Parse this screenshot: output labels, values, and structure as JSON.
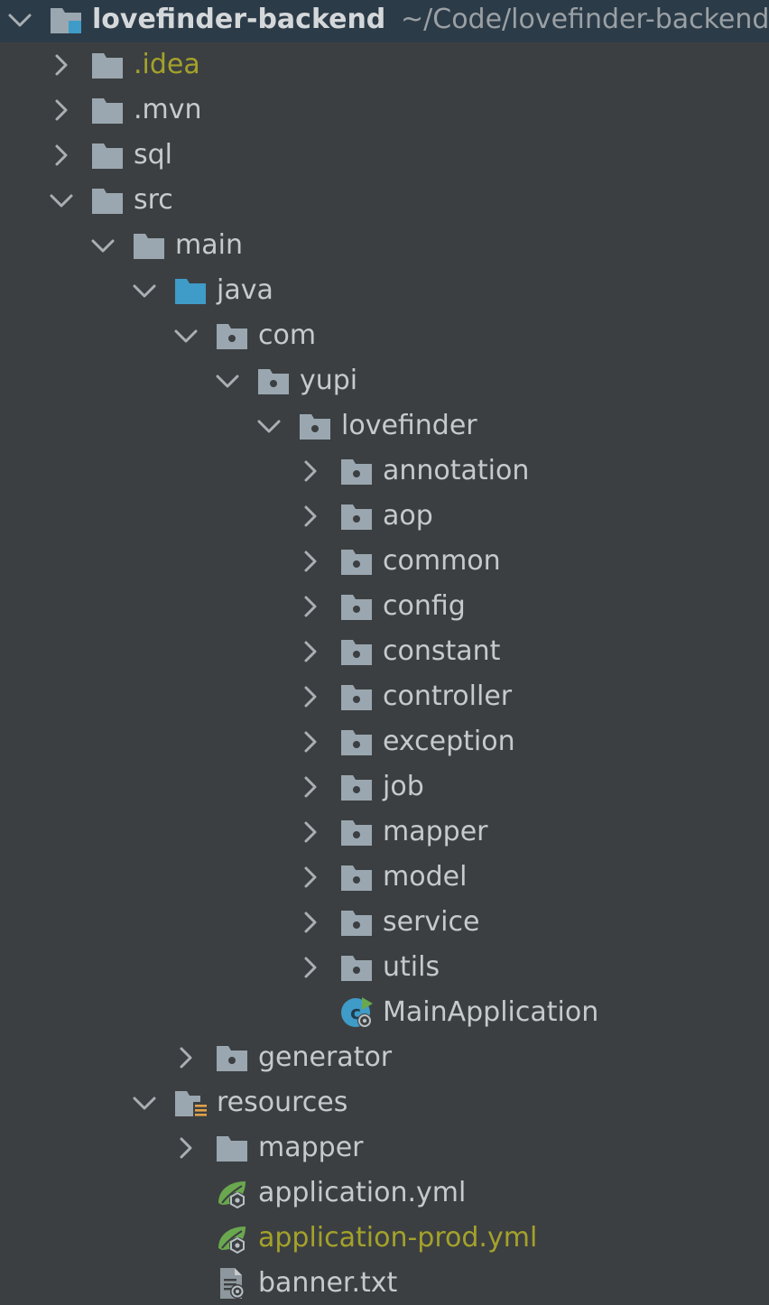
{
  "project_tree": {
    "root": {
      "label": "lovefinder-backend",
      "path": "~/Code/lovefinder-backend",
      "expanded": true,
      "icon": "module-folder-icon"
    },
    "nodes": [
      {
        "label": ".idea",
        "depth": 1,
        "arrow": "collapsed",
        "icon": "folder-icon",
        "style": "excluded"
      },
      {
        "label": ".mvn",
        "depth": 1,
        "arrow": "collapsed",
        "icon": "folder-icon"
      },
      {
        "label": "sql",
        "depth": 1,
        "arrow": "collapsed",
        "icon": "folder-icon"
      },
      {
        "label": "src",
        "depth": 1,
        "arrow": "expanded",
        "icon": "folder-icon"
      },
      {
        "label": "main",
        "depth": 2,
        "arrow": "expanded",
        "icon": "folder-icon"
      },
      {
        "label": "java",
        "depth": 3,
        "arrow": "expanded",
        "icon": "source-root-folder-icon"
      },
      {
        "label": "com",
        "depth": 4,
        "arrow": "expanded",
        "icon": "package-folder-icon"
      },
      {
        "label": "yupi",
        "depth": 5,
        "arrow": "expanded",
        "icon": "package-folder-icon"
      },
      {
        "label": "lovefinder",
        "depth": 6,
        "arrow": "expanded",
        "icon": "package-folder-icon"
      },
      {
        "label": "annotation",
        "depth": 7,
        "arrow": "collapsed",
        "icon": "package-folder-icon"
      },
      {
        "label": "aop",
        "depth": 7,
        "arrow": "collapsed",
        "icon": "package-folder-icon"
      },
      {
        "label": "common",
        "depth": 7,
        "arrow": "collapsed",
        "icon": "package-folder-icon"
      },
      {
        "label": "config",
        "depth": 7,
        "arrow": "collapsed",
        "icon": "package-folder-icon"
      },
      {
        "label": "constant",
        "depth": 7,
        "arrow": "collapsed",
        "icon": "package-folder-icon"
      },
      {
        "label": "controller",
        "depth": 7,
        "arrow": "collapsed",
        "icon": "package-folder-icon"
      },
      {
        "label": "exception",
        "depth": 7,
        "arrow": "collapsed",
        "icon": "package-folder-icon"
      },
      {
        "label": "job",
        "depth": 7,
        "arrow": "collapsed",
        "icon": "package-folder-icon"
      },
      {
        "label": "mapper",
        "depth": 7,
        "arrow": "collapsed",
        "icon": "package-folder-icon"
      },
      {
        "label": "model",
        "depth": 7,
        "arrow": "collapsed",
        "icon": "package-folder-icon"
      },
      {
        "label": "service",
        "depth": 7,
        "arrow": "collapsed",
        "icon": "package-folder-icon"
      },
      {
        "label": "utils",
        "depth": 7,
        "arrow": "collapsed",
        "icon": "package-folder-icon"
      },
      {
        "label": "MainApplication",
        "depth": 7,
        "arrow": "none",
        "icon": "spring-boot-class-icon"
      },
      {
        "label": "generator",
        "depth": 4,
        "arrow": "collapsed",
        "icon": "package-folder-icon"
      },
      {
        "label": "resources",
        "depth": 3,
        "arrow": "expanded",
        "icon": "resources-folder-icon"
      },
      {
        "label": "mapper",
        "depth": 4,
        "arrow": "collapsed",
        "icon": "folder-icon"
      },
      {
        "label": "application.yml",
        "depth": 4,
        "arrow": "none",
        "icon": "spring-yaml-file-icon"
      },
      {
        "label": "application-prod.yml",
        "depth": 4,
        "arrow": "none",
        "icon": "spring-yaml-file-icon",
        "style": "excluded"
      },
      {
        "label": "banner.txt",
        "depth": 4,
        "arrow": "none",
        "icon": "text-file-icon"
      }
    ]
  },
  "colors": {
    "background": "#3c3f41",
    "header_background": "#2c3b48",
    "text": "#c6cacd",
    "excluded_text": "#a4a22a",
    "folder": "#9aa7b0",
    "source_root": "#3f9bc7",
    "spring_green": "#6aa84f"
  }
}
